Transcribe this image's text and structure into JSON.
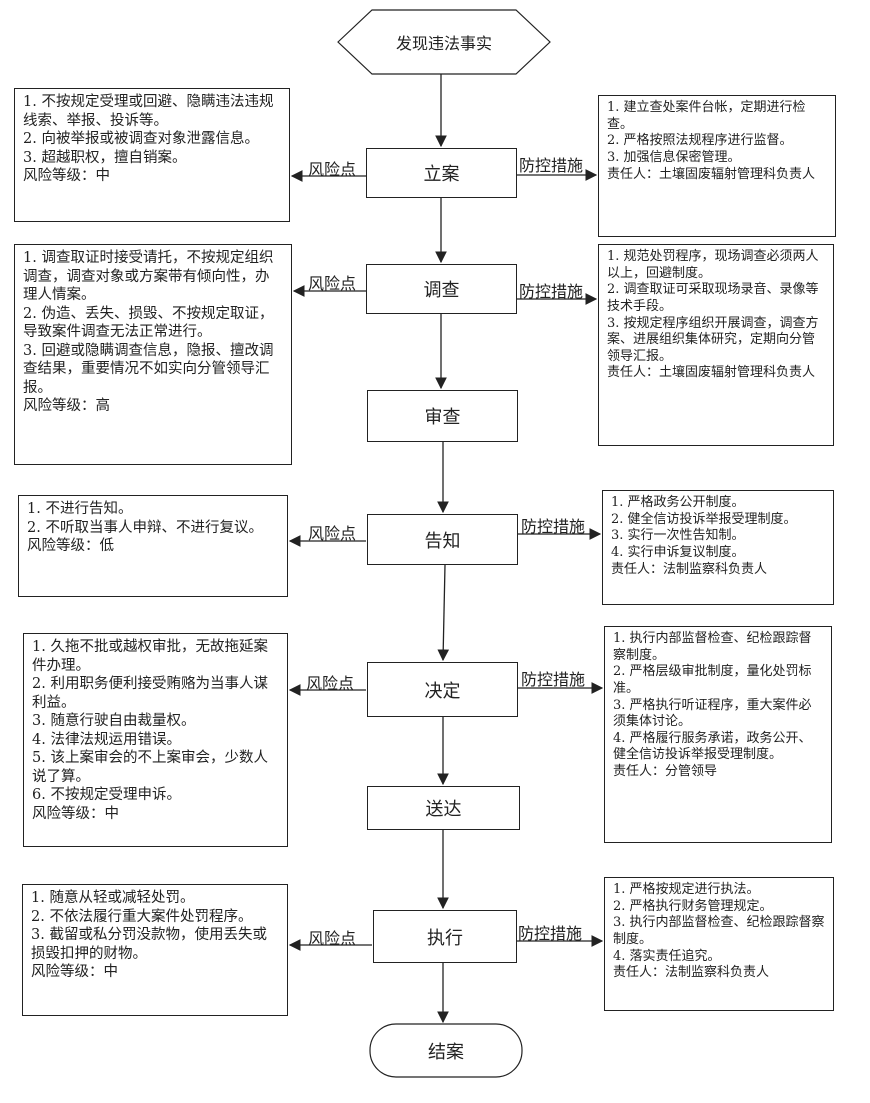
{
  "start": "发现违法事实",
  "end": "结案",
  "labels": {
    "risk": "风险点",
    "control": "防控措施"
  },
  "steps": {
    "lian": "立案",
    "diaocha": "调查",
    "shencha": "审查",
    "gaozhi": "告知",
    "jueding": "决定",
    "songda": "送达",
    "zhixing": "执行"
  },
  "risks": {
    "lian": [
      "1. 不按规定受理或回避、隐瞒违法违规线索、举报、投诉等。",
      "2. 向被举报或被调查对象泄露信息。",
      "3. 超越职权，擅自销案。",
      "风险等级：中"
    ],
    "diaocha": [
      "1. 调查取证时接受请托，不按规定组织调查，调查对象或方案带有倾向性，办理人情案。",
      "2. 伪造、丢失、损毁、不按规定取证，导致案件调查无法正常进行。",
      "3. 回避或隐瞒调查信息，隐报、擅改调查结果，重要情况不如实向分管领导汇报。",
      "风险等级：高"
    ],
    "gaozhi": [
      "1. 不进行告知。",
      "2. 不听取当事人申辩、不进行复议。",
      "风险等级：低"
    ],
    "jueding": [
      "1. 久拖不批或越权审批，无故拖延案件办理。",
      "2. 利用职务便利接受贿赂为当事人谋利益。",
      "3. 随意行驶自由裁量权。",
      "4. 法律法规运用错误。",
      "5. 该上案审会的不上案审会，少数人说了算。",
      "6. 不按规定受理申诉。",
      "风险等级：中"
    ],
    "zhixing": [
      "1. 随意从轻或减轻处罚。",
      "2. 不依法履行重大案件处罚程序。",
      "3. 截留或私分罚没款物，使用丢失或损毁扣押的财物。",
      "风险等级：中"
    ]
  },
  "controls": {
    "lian": [
      "1. 建立查处案件台帐，定期进行检查。",
      "2. 严格按照法规程序进行监督。",
      "3. 加强信息保密管理。",
      "责任人：土壤固废辐射管理科负责人"
    ],
    "diaocha": [
      "1. 规范处罚程序，现场调查必须两人以上，回避制度。",
      "2. 调查取证可采取现场录音、录像等技术手段。",
      "3. 按规定程序组织开展调查，调查方案、进展组织集体研究，定期向分管领导汇报。",
      "责任人：土壤固废辐射管理科负责人"
    ],
    "gaozhi": [
      "1. 严格政务公开制度。",
      "2. 健全信访投诉举报受理制度。",
      "3. 实行一次性告知制。",
      "4. 实行申诉复议制度。",
      "责任人：法制监察科负责人"
    ],
    "jueding": [
      "1. 执行内部监督检查、纪检跟踪督察制度。",
      "2. 严格层级审批制度，量化处罚标准。",
      "3. 严格执行听证程序，重大案件必须集体讨论。",
      "4. 严格履行服务承诺，政务公开、健全信访投诉举报受理制度。",
      "责任人：分管领导"
    ],
    "zhixing": [
      "1. 严格按规定进行执法。",
      "2. 严格执行财务管理规定。",
      "3. 执行内部监督检查、纪检跟踪督察制度。",
      "4. 落实责任追究。",
      "责任人：法制监察科负责人"
    ]
  }
}
